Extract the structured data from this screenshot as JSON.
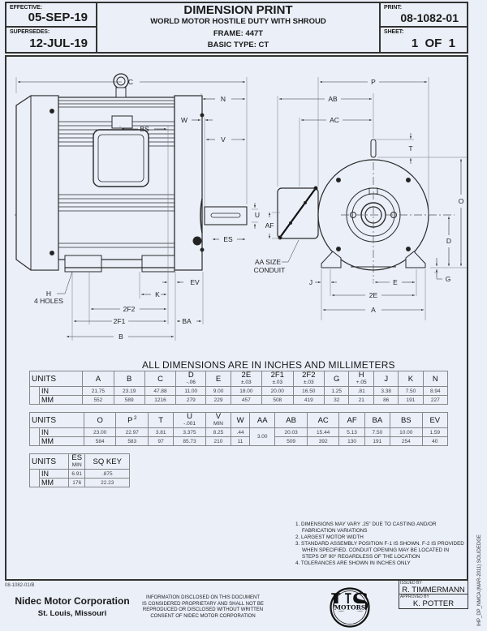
{
  "header": {
    "effective_label": "EFFECTIVE:",
    "effective_value": "05-SEP-19",
    "supersedes_label": "SUPERSEDES:",
    "supersedes_value": "12-JUL-19",
    "title": "DIMENSION PRINT",
    "subtitle": "WORLD MOTOR HOSTILE DUTY WITH SHROUD",
    "frame": "FRAME: 447T",
    "basic_type": "BASIC TYPE: CT",
    "print_label": "PRINT:",
    "print_value": "08-1082-01",
    "sheet_label": "SHEET:",
    "sheet_value": "1  OF  1"
  },
  "drawing": {
    "side_view_labels": {
      "C": "C",
      "N": "N",
      "W": "W",
      "BS": "BS",
      "V": "V",
      "U": "U",
      "ES": "ES",
      "EV": "EV",
      "K": "K",
      "2F2": "2F2",
      "2F1": "2F1",
      "BA": "BA",
      "B": "B",
      "H": "H",
      "holes": "4 HOLES"
    },
    "end_view_labels": {
      "P": "P",
      "AB": "AB",
      "AC": "AC",
      "T": "T",
      "O": "O",
      "AF": "AF",
      "D": "D",
      "G": "G",
      "J": "J",
      "E": "E",
      "2E": "2E",
      "A": "A",
      "aa1": "AA SIZE",
      "aa2": "CONDUIT"
    }
  },
  "dimensions_title": "ALL DIMENSIONS ARE IN INCHES AND MILLIMETERS",
  "tables": {
    "units_label": "UNITS",
    "in_label": "IN",
    "mm_label": "MM",
    "table1": {
      "headers": [
        {
          "name": "A",
          "tol": ""
        },
        {
          "name": "B",
          "tol": ""
        },
        {
          "name": "C",
          "tol": ""
        },
        {
          "name": "D",
          "tol": "-.06"
        },
        {
          "name": "E",
          "tol": ""
        },
        {
          "name": "2E",
          "tol": "±.03"
        },
        {
          "name": "2F1",
          "tol": "±.03"
        },
        {
          "name": "2F2",
          "tol": "±.03"
        },
        {
          "name": "G",
          "tol": ""
        },
        {
          "name": "H",
          "tol": "+.05"
        },
        {
          "name": "J",
          "tol": ""
        },
        {
          "name": "K",
          "tol": ""
        },
        {
          "name": "N",
          "tol": ""
        }
      ],
      "in": [
        "21.75",
        "23.19",
        "47.88",
        "11.00",
        "9.00",
        "18.00",
        "20.00",
        "16.50",
        "1.25",
        ".81",
        "3.38",
        "7.50",
        "8.94"
      ],
      "mm": [
        "552",
        "589",
        "1216",
        "279",
        "229",
        "457",
        "508",
        "419",
        "32",
        "21",
        "86",
        "191",
        "227"
      ]
    },
    "table2": {
      "headers": [
        {
          "name": "O",
          "tol": ""
        },
        {
          "name": "P",
          "sup": "2",
          "tol": ""
        },
        {
          "name": "T",
          "tol": ""
        },
        {
          "name": "U",
          "tol": "-.001"
        },
        {
          "name": "V",
          "tol": "MIN"
        },
        {
          "name": "W",
          "tol": ""
        },
        {
          "name": "AA",
          "tol": ""
        },
        {
          "name": "AB",
          "tol": ""
        },
        {
          "name": "AC",
          "tol": ""
        },
        {
          "name": "AF",
          "tol": ""
        },
        {
          "name": "BA",
          "tol": ""
        },
        {
          "name": "BS",
          "tol": ""
        },
        {
          "name": "EV",
          "tol": ""
        }
      ],
      "in": [
        "23.00",
        "22.97",
        "3.81",
        "3.375",
        "8.25",
        ".44",
        "3.00",
        "20.03",
        "15.44",
        "5.13",
        "7.50",
        "10.00",
        "1.59"
      ],
      "mm": [
        "584",
        "583",
        "97",
        "85.73",
        "210",
        "11",
        "",
        "509",
        "392",
        "130",
        "191",
        "254",
        "40"
      ]
    },
    "table3": {
      "headers": [
        {
          "name": "ES",
          "tol": "MIN"
        },
        {
          "name": "SQ KEY",
          "tol": ""
        }
      ],
      "in": [
        "6.91",
        ".875"
      ],
      "mm": [
        "176",
        "22.23"
      ]
    }
  },
  "notes": [
    "1. DIMENSIONS MAY VARY .25\" DUE TO CASTING AND/OR FABRICATION VARIATIONS",
    "2. LARGEST MOTOR WIDTH",
    "3. STANDARD ASSEMBLY POSITION F-1 IS SHOWN.  F-2 IS PROVIDED WHEN SPECIFIED.  CONDUIT OPENING MAY BE LOCATED IN STEPS OF 90° REGARDLESS OF THE LOCATION",
    "4. TOLERANCES ARE SHOWN IN INCHES ONLY"
  ],
  "side_note": "IHP_DP_NMCA (MAR-2011) SOLIDEDGE",
  "footer": {
    "doc_number": "08-1082-01/B",
    "company_name": "Nidec Motor Corporation",
    "company_location": "St. Louis, Missouri",
    "disclaimer": [
      "INFORMATION DISCLOSED ON THIS DOCUMENT",
      "IS CONSIDERED PROPRIETARY AND SHALL NOT BE",
      "REPRODUCED OR DISCLOSED WITHOUT WRITTEN",
      "CONSENT OF NIDEC MOTOR CORPORATION"
    ],
    "logo_text_top": "US",
    "logo_text_mid": "MOTORS",
    "issued_by_label": "ISSUED BY",
    "issued_by": "R. TIMMERMANN",
    "approved_by_label": "APPROVED BY",
    "approved_by": "K. POTTER"
  }
}
